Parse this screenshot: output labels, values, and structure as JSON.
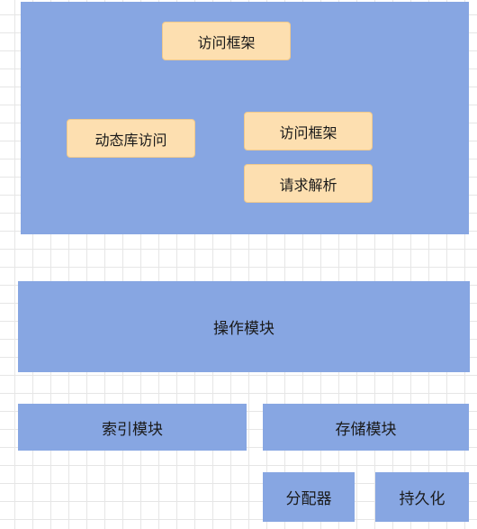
{
  "diagram": {
    "nodes": {
      "access_framework_top": "访问框架",
      "dynamic_lib_access": "动态库访问",
      "access_framework": "访问框架",
      "request_parsing": "请求解析",
      "operation_module": "操作模块",
      "index_module": "索引模块",
      "storage_module": "存储模块",
      "allocator": "分配器",
      "persistence": "持久化"
    }
  },
  "colors": {
    "background": "#ffffff",
    "grid": "#e6e6e6",
    "module_fill": "#87a6e2",
    "component_fill": "#fddfb0",
    "component_border": "#f0c98c"
  }
}
